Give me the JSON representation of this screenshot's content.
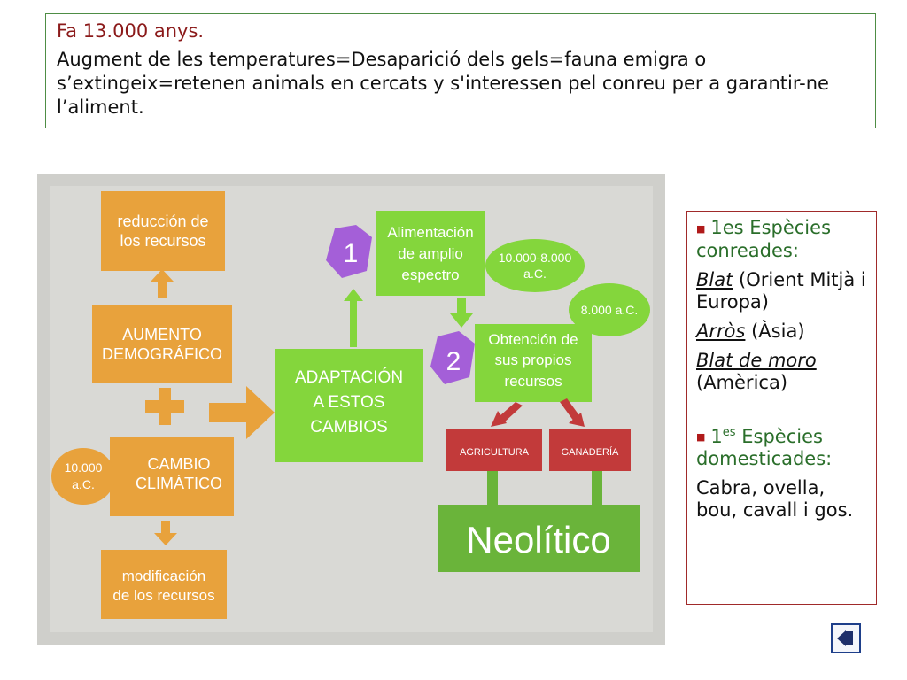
{
  "top": {
    "title": "Fa 13.000 anys.",
    "text": "Augment de les temperatures=Desaparició dels gels=fauna emigra o s’extingeix=retenen animals en cercats y s'interessen pel conreu per a garantir-ne l’aliment."
  },
  "diagram": {
    "reduccion_line1": "reducción de",
    "reduccion_line2": "los recursos",
    "aumento_line1": "AUMENTO",
    "aumento_line2": "DEMOGRÁFICO",
    "cambio_line1": "CAMBIO",
    "cambio_line2": "CLIMÁTICO",
    "date1_line1": "10.000",
    "date1_line2": "a.C.",
    "modificacion_line1": "modificación",
    "modificacion_line2": "de los recursos",
    "adaptacion_line1": "ADAPTACIÓN",
    "adaptacion_line2": "A ESTOS",
    "adaptacion_line3": "CAMBIOS",
    "num1": "1",
    "num2": "2",
    "alimentacion_line1": "Alimentación",
    "alimentacion_line2": "de amplio",
    "alimentacion_line3": "espectro",
    "date2_line1": "10.000-8.000",
    "date2_line2": "a.C.",
    "date3": "8.000 a.C.",
    "obtencion_line1": "Obtención de",
    "obtencion_line2": "sus propios",
    "obtencion_line3": "recursos",
    "agricultura": "AGRICULTURA",
    "ganaderia": "GANADERÍA",
    "neolitico": "Neolítico"
  },
  "side": {
    "heading1": "1es Espècies conreades:",
    "crop1_name": "Blat",
    "crop1_place": " (Orient Mitjà i Europa)",
    "crop2_name": "Arròs",
    "crop2_place": " (Àsia)",
    "crop3_name": "Blat de moro",
    "crop3_place": " (Amèrica)",
    "heading2_num": "1",
    "heading2_sup": "es",
    "heading2_rest": " Espècies domesticades:",
    "animals": "Cabra, ovella, bou, cavall i gos."
  },
  "colors": {
    "orange": "#e8a23c",
    "green": "#84d63c",
    "purple": "#a45fd8",
    "red": "#c23a3a",
    "dark_green": "#6ab43a"
  },
  "nav": {
    "icon": "back-arrow-icon"
  }
}
